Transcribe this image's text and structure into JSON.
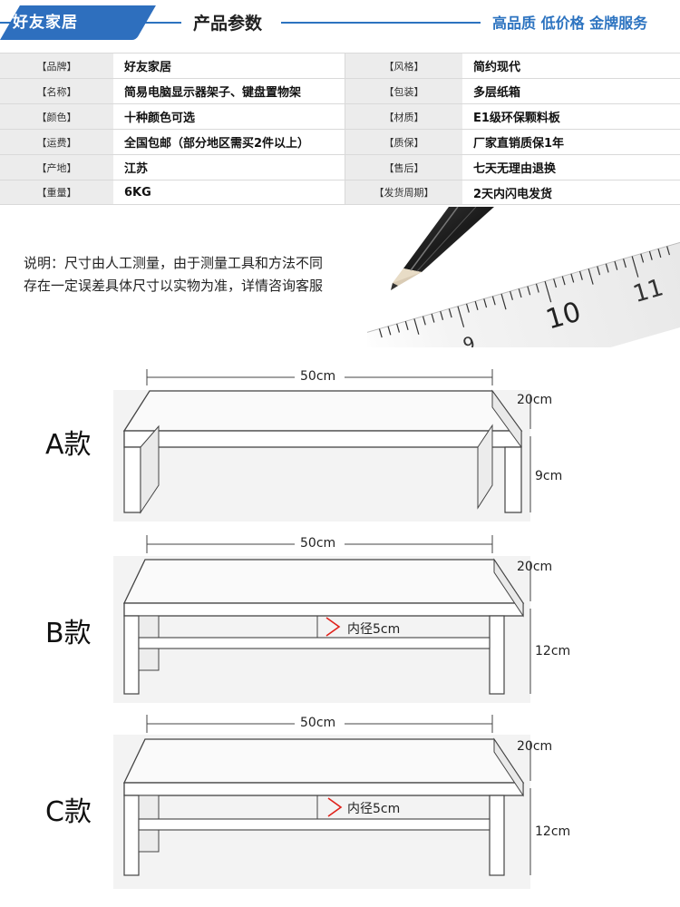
{
  "header": {
    "brand": "好友家居",
    "title": "产品参数",
    "slogan": "高品质 低价格 金牌服务"
  },
  "specs": [
    {
      "label1": "【品牌】",
      "value1": "好友家居",
      "label2": "【风格】",
      "value2": "简约现代"
    },
    {
      "label1": "【名称】",
      "value1": "简易电脑显示器架子、键盘置物架",
      "label2": "【包装】",
      "value2": "多层纸箱"
    },
    {
      "label1": "【颜色】",
      "value1": "十种颜色可选",
      "label2": "【材质】",
      "value2": "E1级环保颗料板"
    },
    {
      "label1": "【运费】",
      "value1": "全国包邮（部分地区需买2件以上）",
      "label2": "【质保】",
      "value2": "厂家直销质保1年"
    },
    {
      "label1": "【产地】",
      "value1": "江苏",
      "label2": "【售后】",
      "value2": "七天无理由退换"
    },
    {
      "label1": "【重量】",
      "value1": "6KG",
      "label2": "【发货周期】",
      "value2": "2天内闪电发货"
    }
  ],
  "note": {
    "line1": "说明：尺寸由人工测量，由于测量工具和方法不同",
    "line2": "存在一定误差具体尺寸以实物为准，详情咨询客服"
  },
  "ruler": {
    "n9": "9",
    "n10": "10",
    "n11": "11"
  },
  "models": [
    {
      "name": "A款",
      "width": "50cm",
      "depth": "20cm",
      "height": "9cm",
      "inner": ""
    },
    {
      "name": "B款",
      "width": "50cm",
      "depth": "20cm",
      "height": "12cm",
      "inner": "内径5cm"
    },
    {
      "name": "C款",
      "width": "50cm",
      "depth": "20cm",
      "height": "12cm",
      "inner": "内径5cm"
    }
  ],
  "colors": {
    "accent": "#2c73c0",
    "arrow": "#e0211a",
    "label_bg": "#ececec"
  }
}
